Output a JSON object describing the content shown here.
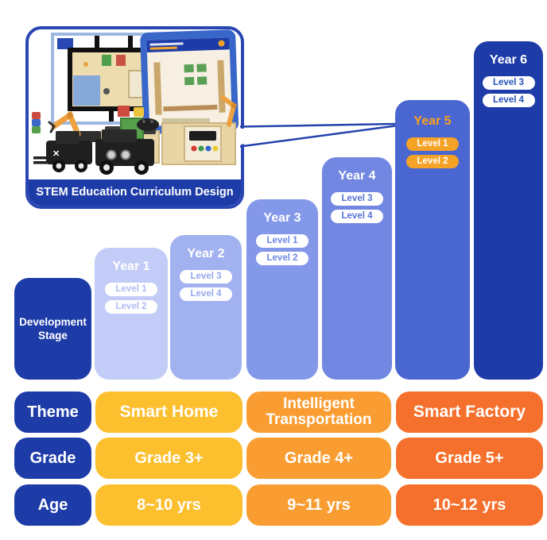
{
  "photo_card": {
    "caption": "STEM Education Curriculum Design"
  },
  "development_stage": {
    "label": "Development Stage"
  },
  "years": [
    {
      "label": "Year 1",
      "levels": [
        "Level 1",
        "Level 2"
      ]
    },
    {
      "label": "Year 2",
      "levels": [
        "Level 3",
        "Level 4"
      ]
    },
    {
      "label": "Year 3",
      "levels": [
        "Level 1",
        "Level 2"
      ]
    },
    {
      "label": "Year 4",
      "levels": [
        "Level 3",
        "Level 4"
      ]
    },
    {
      "label": "Year 5",
      "levels": [
        "Level 1",
        "Level 2"
      ]
    },
    {
      "label": "Year 6",
      "levels": [
        "Level 3",
        "Level 4"
      ]
    }
  ],
  "table": {
    "rows": [
      {
        "label": "Theme",
        "cells": [
          "Smart Home",
          "Intelligent Transportation",
          "Smart Factory"
        ]
      },
      {
        "label": "Grade",
        "cells": [
          "Grade 3+",
          "Grade 4+",
          "Grade 5+"
        ]
      },
      {
        "label": "Age",
        "cells": [
          "8~10 yrs",
          "9~11 yrs",
          "10~12 yrs"
        ]
      }
    ]
  },
  "colors": {
    "navy": "#1e3ca8",
    "card_border": "#2946b3",
    "year_bar_colors": [
      "#c3ccf6",
      "#a2b1f0",
      "#8498ea",
      "#7187e2",
      "#4a66d0",
      "#1e3ca8"
    ],
    "year5_accent_orange": "#f5a327",
    "theme_column_colors": [
      "#fcbf2e",
      "#f99d32",
      "#f5702c"
    ]
  }
}
